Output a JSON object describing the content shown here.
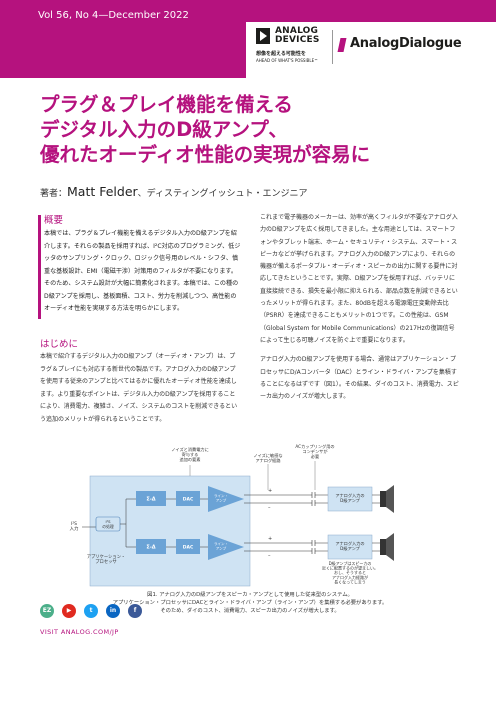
{
  "header": {
    "volume": "Vol 56, No 4—December 2022",
    "company_name_line1": "ANALOG",
    "company_name_line2": "DEVICES",
    "company_tagline_jp": "想像を超える可能性を",
    "company_tagline_en": "AHEAD OF WHAT'S POSSIBLE™",
    "publication": "AnalogDialogue"
  },
  "article": {
    "title_line1": "プラグ＆プレイ機能を備える",
    "title_line2": "デジタル入力のD級アンプ、",
    "title_line3": "優れたオーディオ性能の実現が容易に",
    "author_prefix": "著者：",
    "author_name": "Matt Felder",
    "author_role": "、ディスティングイッシュト・エンジニア",
    "abstract_heading": "概要",
    "abstract_text": "本稿では、プラグ＆プレイ機能を備えるデジタル入力のD級アンプを紹介します。それらの製品を採用すれば、I²C対応のプログラミング、低ジッタのサンプリング・クロック、ロジック信号用のレベル・シフタ、慎重な基板設計、EMI（電磁干渉）対策用のフィルタが不要になります。そのため、システム設計が大幅に簡素化されます。本稿では、この種のD級アンプを採用し、基板面積、コスト、労力を削減しつつ、高性能のオーディオ性能を実現する方法を明らかにします。",
    "intro_heading": "はじめに",
    "intro_text": "本稿で紹介するデジタル入力のD級アンプ（オーディオ・アンプ）は、プラグ＆プレイにも対応する新世代の製品です。アナログ入力のD級アンプを使用する従来のアンプと比べてはるかに優れたオーディオ性能を達成します。より重要なポイントは、デジタル入力のD級アンプを採用することにより、消費電力、複雑さ、ノイズ、システムのコストを削減できるという追加のメリットが得られるということです。",
    "col2_para1": "これまで電子機器のメーカーは、効率が高くフィルタが不要なアナログ入力のD級アンプを広く採用してきました。主な用途としては、スマートフォンやタブレット端末、ホーム・セキュリティ・システム、スマート・スピーカなどが挙げられます。アナログ入力のD級アンプにより、それらの機器が備えるポータブル・オーディオ・スピーカの出力に関する要件に対応してきたということです。実際、D級アンプを採用すれば、バッテリに直接接続できる、損失を最小限に抑えられる、部品点数を削減できるといったメリットが得られます。また、80dBを超える電源電圧変動除去比（PSRR）を達成できることもメリットの1つです。この性能は、GSM（Global System for Mobile Communications）の217Hzの復調信号によって生じる可聴ノイズを防ぐ上で重要になります。",
    "col2_para2": "アナログ入力のD級アンプを使用する場合、通常はアプリケーション・プロセッサにD/Aコンバータ（DAC）とライン・ドライバ・アンプを集積することになるはずです（図1）。その結果、ダイのコスト、消費電力、スピーカ出力のノイズが増大します。"
  },
  "figure": {
    "label_noise_sensitive": "ノイズと消費電力に\n寄与する\n追加の要素",
    "label_noise_affected": "ノイズに敏感な\nアナログ経路",
    "label_ac_coupling": "ACカップリング用の\nコンデンサが\n必要",
    "label_i2s_input": "I²S\n入力",
    "label_clock_domain": "I²S\nの処理",
    "label_app_processor": "アプリケーション・\nプロセッサ",
    "label_sigma_delta": "Σ-Δ",
    "label_dac": "DAC",
    "label_line_amp": "ライン・\nアンプ",
    "label_class_d_amp": "アナログ入力の\nD級アンプ",
    "label_speaker_note": "D級アンプはスピーカの\n近くに配置するのが望ましい。\nおし、そうすると\nアナログ入力経路が\n長くなってしまう",
    "caption_line1": "図1. アナログ入力のD級アンプをスピーカ・アンプとして使用した従来型のシステム。",
    "caption_line2": "アプリケーション・プロセッサにDACとライン・ドライバ・アンプ（ライン・アンプ）を集積する必要があります。",
    "caption_line3": "そのため、ダイのコスト、消費電力、スピーカ出力のノイズが増大します。"
  },
  "footer": {
    "visit": "VISIT ANALOG.COM/JP",
    "social_icons": [
      "ez-icon",
      "youtube-icon",
      "twitter-icon",
      "linkedin-icon",
      "facebook-icon"
    ]
  },
  "colors": {
    "brand": "#b5127e",
    "diagram_fill": "#cfe3f3",
    "diagram_block": "#6ba3d6"
  }
}
